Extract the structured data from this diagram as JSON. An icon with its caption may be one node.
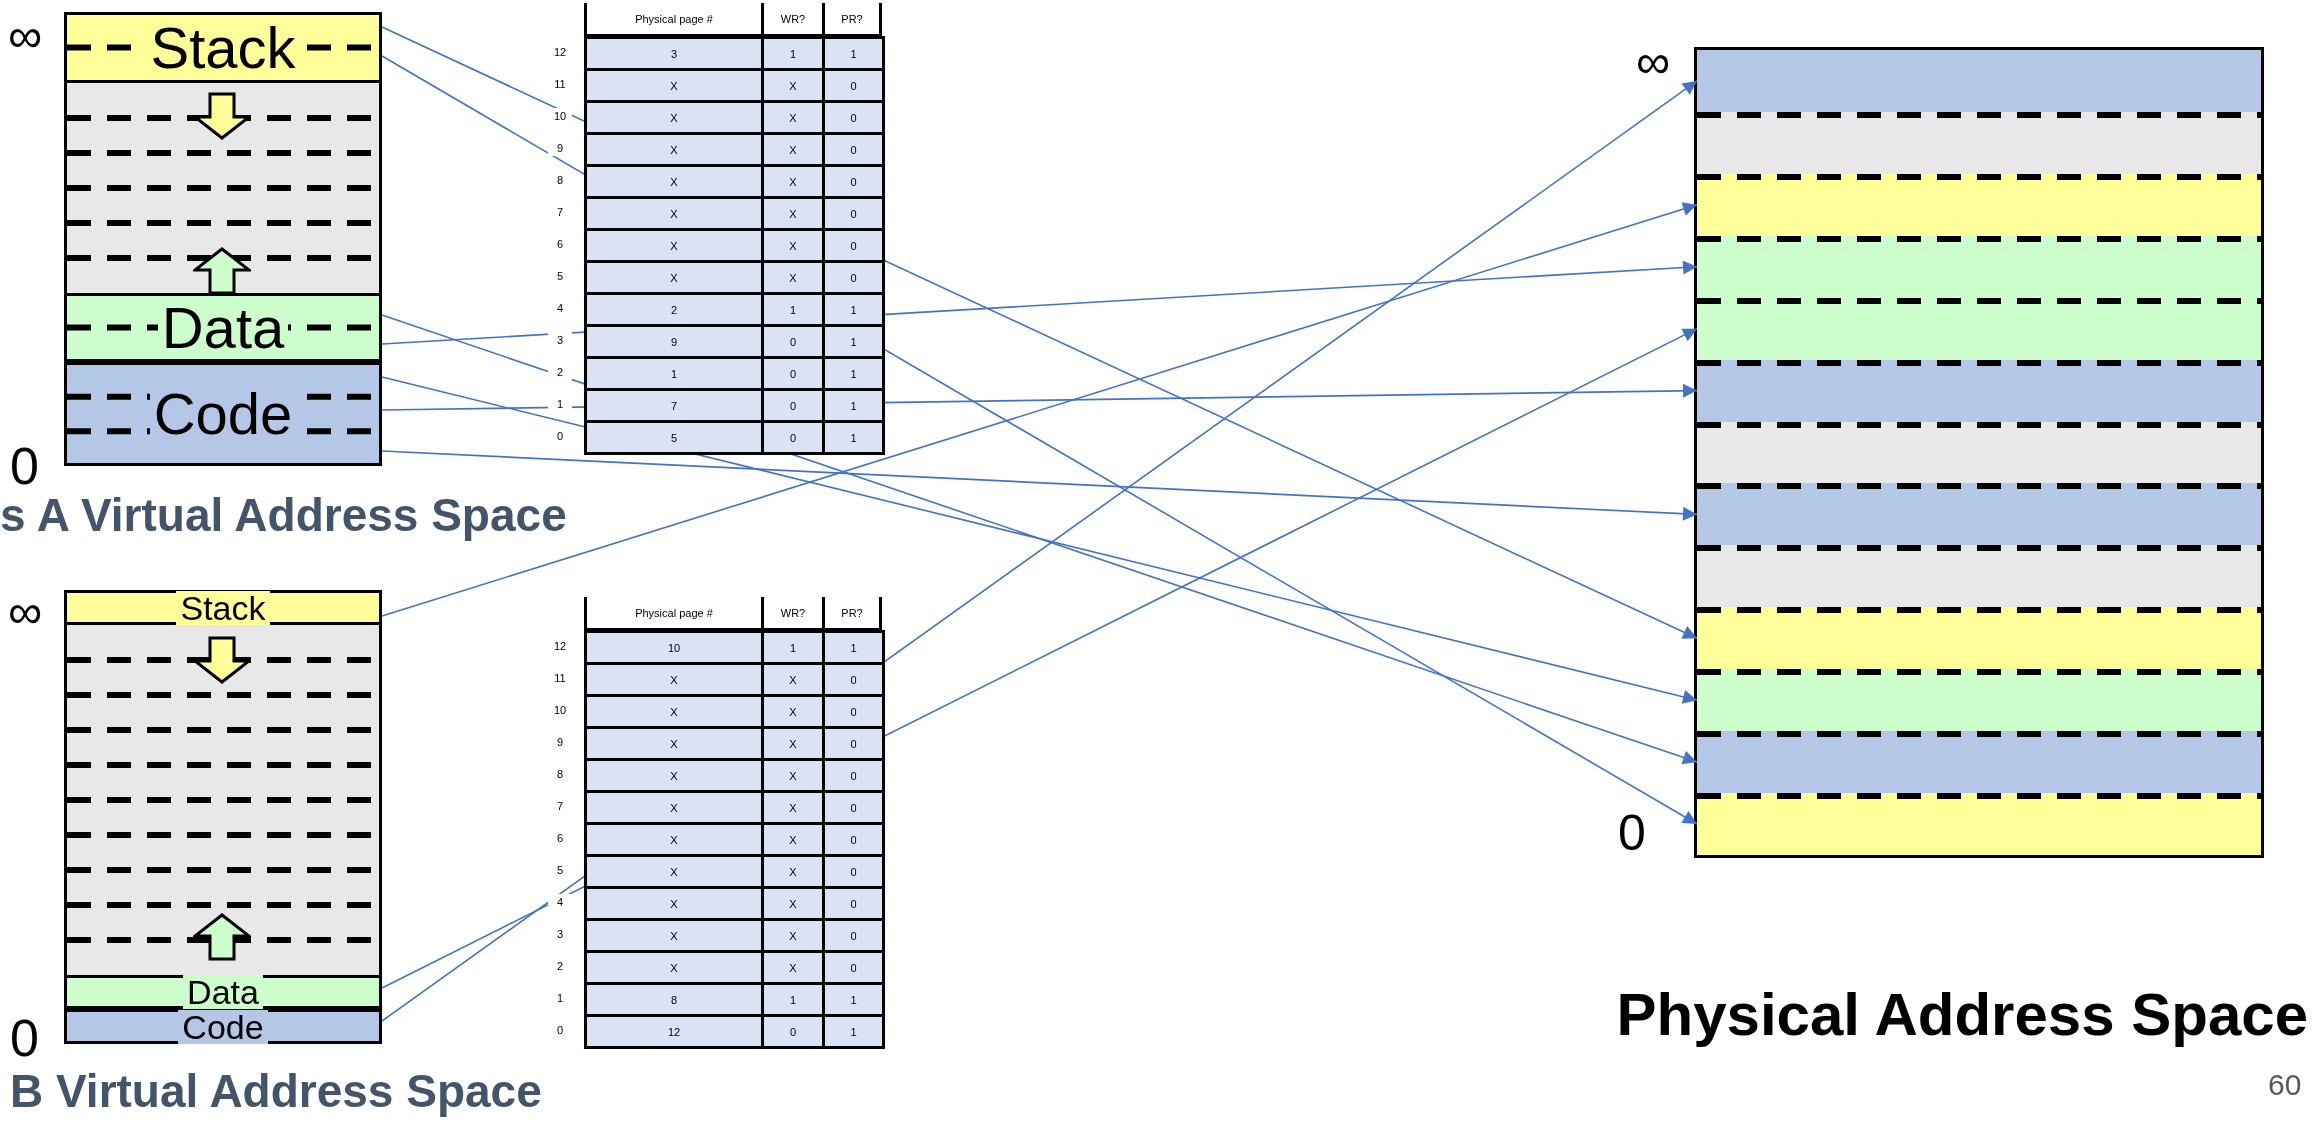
{
  "diagram": {
    "nodes": [
      {
        "text": [
          "Stack"
        ]
      },
      {
        "text": [
          "Data"
        ]
      },
      {
        "text": [
          "Code"
        ]
      },
      {
        "text": [
          "Stack"
        ]
      },
      {
        "text": [
          "Data"
        ]
      },
      {
        "text": [
          "Code"
        ]
      },
      {
        "text": [],
        "shape": "bar"
      },
      {
        "text": [],
        "shape": "bar"
      },
      {
        "text": [],
        "shape": "bar"
      },
      {
        "text": [],
        "shape": "bar"
      },
      {
        "text": [],
        "shape": "bar"
      },
      {
        "text": [],
        "shape": "bar"
      },
      {
        "text": [],
        "shape": "bar"
      },
      {
        "text": [],
        "shape": "bar"
      },
      {
        "text": [],
        "shape": "bar"
      },
      {
        "text": [],
        "shape": "bar"
      },
      {
        "text": [],
        "shape": "bar"
      },
      {
        "text": [],
        "shape": "bar"
      },
      {
        "text": [],
        "shape": "bar"
      }
    ],
    "edges": [
      {
        "from": 0,
        "to": 15,
        "arrow": "to"
      },
      {
        "from": 0,
        "to": 18,
        "arrow": "to"
      },
      {
        "from": 1,
        "to": 17,
        "arrow": "to"
      },
      {
        "from": 1,
        "to": 9,
        "arrow": "to"
      },
      {
        "from": 2,
        "to": 16,
        "arrow": "to"
      },
      {
        "from": 2,
        "to": 11,
        "arrow": "to"
      },
      {
        "from": 2,
        "to": 13,
        "arrow": "to"
      },
      {
        "from": 3,
        "to": 8,
        "arrow": "to"
      },
      {
        "from": 4,
        "to": 10,
        "arrow": "to"
      },
      {
        "from": 5,
        "to": 6,
        "arrow": "to"
      }
    ],
    "labels": [
      "∞",
      "0",
      "s A Virtual Address Space",
      "Physical page #",
      "WR?",
      "PR?",
      "12",
      "3",
      "1",
      "1",
      "11",
      "X",
      "X",
      "0",
      "10",
      "X",
      "X",
      "0",
      "9",
      "X",
      "X",
      "0",
      "8",
      "X",
      "X",
      "0",
      "7",
      "X",
      "X",
      "0",
      "6",
      "X",
      "X",
      "0",
      "5",
      "X",
      "X",
      "0",
      "4",
      "2",
      "1",
      "1",
      "3",
      "9",
      "0",
      "1",
      "2",
      "1",
      "0",
      "1",
      "1",
      "7",
      "0",
      "1",
      "0",
      "5",
      "0",
      "1",
      "∞",
      "0",
      "B Virtual Address Space",
      "Physical page #",
      "WR?",
      "PR?",
      "12",
      "10",
      "1",
      "1",
      "11",
      "X",
      "X",
      "0",
      "10",
      "X",
      "X",
      "0",
      "9",
      "X",
      "X",
      "0",
      "8",
      "X",
      "X",
      "0",
      "7",
      "X",
      "X",
      "0",
      "6",
      "X",
      "X",
      "0",
      "5",
      "X",
      "X",
      "0",
      "4",
      "X",
      "X",
      "0",
      "3",
      "X",
      "X",
      "0",
      "2",
      "X",
      "X",
      "0",
      "1",
      "8",
      "1",
      "1",
      "0",
      "12",
      "0",
      "1",
      "∞",
      "0",
      "Physical Address Space",
      "60"
    ]
  }
}
